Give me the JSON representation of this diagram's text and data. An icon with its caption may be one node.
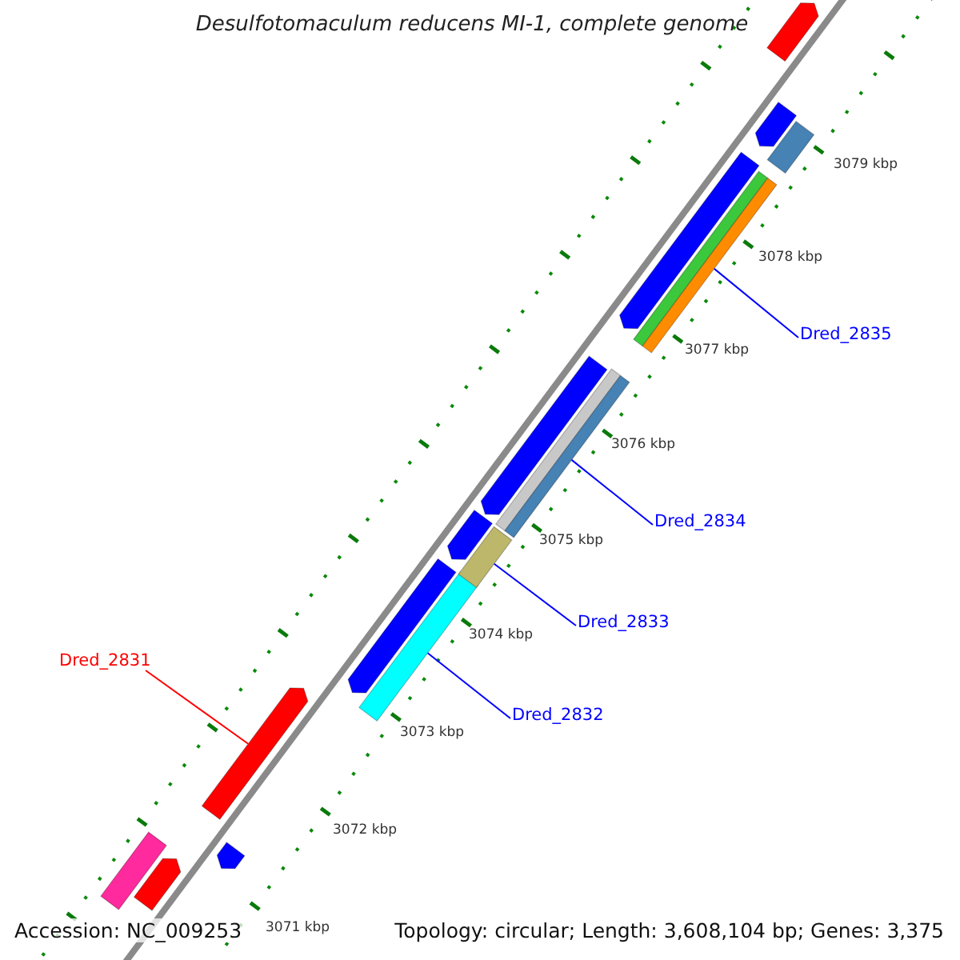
{
  "diagram": {
    "title": "Desulfotomaculum reducens MI-1, complete genome",
    "nodes": [
      {
        "text": [
          "Dred_2835"
        ]
      },
      {
        "text": [
          "Dred_2834"
        ]
      },
      {
        "text": [
          "Dred_2833"
        ]
      },
      {
        "text": [
          "Dred_2831"
        ]
      },
      {
        "text": [
          "Dred_2832"
        ]
      },
      {
        "text": [],
        "shape": "bar"
      },
      {
        "text": [],
        "shape": "bar"
      },
      {
        "text": [],
        "shape": "bar"
      },
      {
        "text": [],
        "shape": "bar"
      },
      {
        "text": [],
        "shape": "bar"
      },
      {
        "text": [],
        "shape": "bar"
      },
      {
        "text": [],
        "shape": "bar"
      },
      {
        "text": [],
        "shape": "bar"
      },
      {
        "text": [],
        "shape": "bar"
      },
      {
        "text": [],
        "shape": "bar"
      },
      {
        "text": [],
        "shape": "bar"
      },
      {
        "text": [],
        "shape": "bar"
      },
      {
        "text": [],
        "shape": "bar"
      },
      {
        "text": [],
        "shape": "bar"
      },
      {
        "text": [],
        "shape": "bar"
      },
      {
        "text": [],
        "shape": "bar"
      },
      {
        "text": [],
        "shape": "bar"
      }
    ],
    "edges": [
      {
        "from": 0,
        "to": 17,
        "arrow": "none"
      },
      {
        "from": 1,
        "to": 15,
        "arrow": "none"
      },
      {
        "from": 2,
        "to": 11,
        "arrow": "none"
      },
      {
        "from": 3,
        "to": 8,
        "arrow": "none",
        "color": "#ff0000"
      },
      {
        "from": 4,
        "to": 9,
        "arrow": "none"
      }
    ],
    "labels": [
      "3079 kbp",
      "3078 kbp",
      "3077 kbp",
      "3076 kbp",
      "3075 kbp",
      "3074 kbp",
      "3073 kbp",
      "3072 kbp",
      "3071 kbp",
      "Accession: NC_009253",
      "Topology: circular; Length: 3,608,104 bp; Genes: 3,375"
    ]
  }
}
